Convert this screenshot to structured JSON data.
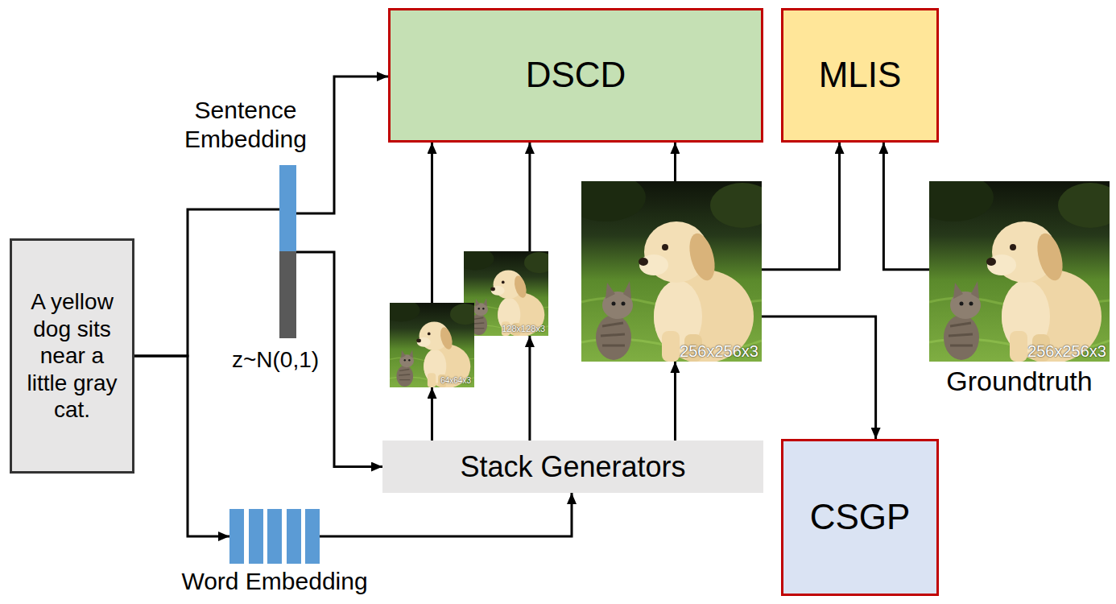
{
  "diagram": {
    "nodes": [
      {
        "text": [
          "A yellow dog sits near a little gray cat."
        ]
      },
      {
        "text": [
          "Sentence Embedding",
          "z~N(0,1)"
        ]
      },
      {
        "text": [
          "Word Embedding"
        ]
      },
      {
        "text": [
          "DSCD"
        ]
      },
      {
        "text": [
          "MLIS"
        ]
      },
      {
        "text": [
          "64x64x3"
        ]
      },
      {
        "text": [
          "128x128x3"
        ]
      },
      {
        "text": [
          "256x256x3"
        ]
      },
      {
        "text": [
          "256x256x3",
          "Groundtruth"
        ]
      },
      {
        "text": [
          "Stack Generators"
        ]
      },
      {
        "text": [
          "CSGP"
        ]
      }
    ],
    "edges": [
      {
        "from": 0,
        "to": 1,
        "arrow": "none"
      },
      {
        "from": 0,
        "to": 2,
        "arrow": "to"
      },
      {
        "from": 1,
        "to": 3,
        "arrow": "to"
      },
      {
        "from": 1,
        "to": 9,
        "arrow": "to"
      },
      {
        "from": 2,
        "to": 9,
        "arrow": "to"
      },
      {
        "from": 9,
        "to": 5,
        "arrow": "to"
      },
      {
        "from": 9,
        "to": 6,
        "arrow": "to"
      },
      {
        "from": 9,
        "to": 7,
        "arrow": "to"
      },
      {
        "from": 5,
        "to": 3,
        "arrow": "to"
      },
      {
        "from": 6,
        "to": 3,
        "arrow": "to"
      },
      {
        "from": 7,
        "to": 3,
        "arrow": "to"
      },
      {
        "from": 7,
        "to": 4,
        "arrow": "to"
      },
      {
        "from": 8,
        "to": 4,
        "arrow": "to"
      },
      {
        "from": 7,
        "to": 10,
        "arrow": "to"
      }
    ]
  }
}
